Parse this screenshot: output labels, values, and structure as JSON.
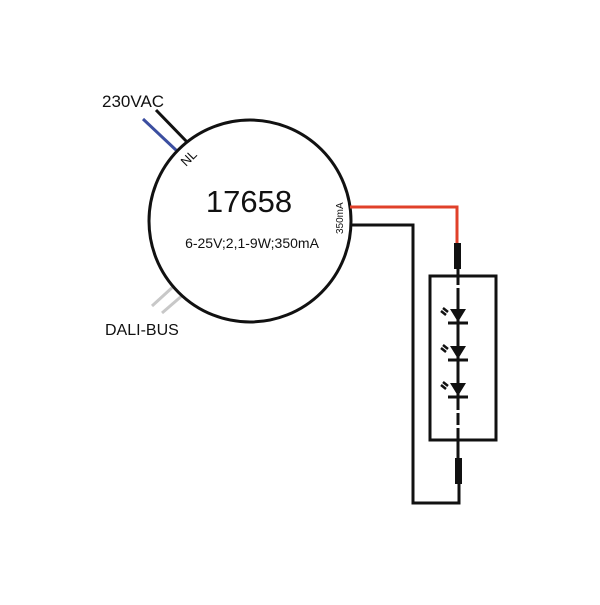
{
  "diagram": {
    "type": "wiring-diagram",
    "supply": {
      "label": "230VAC",
      "terminals": [
        "N",
        "L"
      ],
      "terminal_text": "NL",
      "colors": {
        "N": "#3b4ea0",
        "L": "#111111"
      }
    },
    "driver": {
      "model": "17658",
      "spec": "6-25V;2,1-9W;350mA",
      "output_label": "350mA"
    },
    "control": {
      "label": "DALI-BUS",
      "wire_color": "#c8c8c8"
    },
    "output_wires": {
      "positive_color": "#e0402a",
      "negative_color": "#111111"
    },
    "led_module": {
      "led_count": 3,
      "leds": [
        {
          "name": "led-1"
        },
        {
          "name": "led-2"
        },
        {
          "name": "led-3"
        }
      ]
    }
  }
}
